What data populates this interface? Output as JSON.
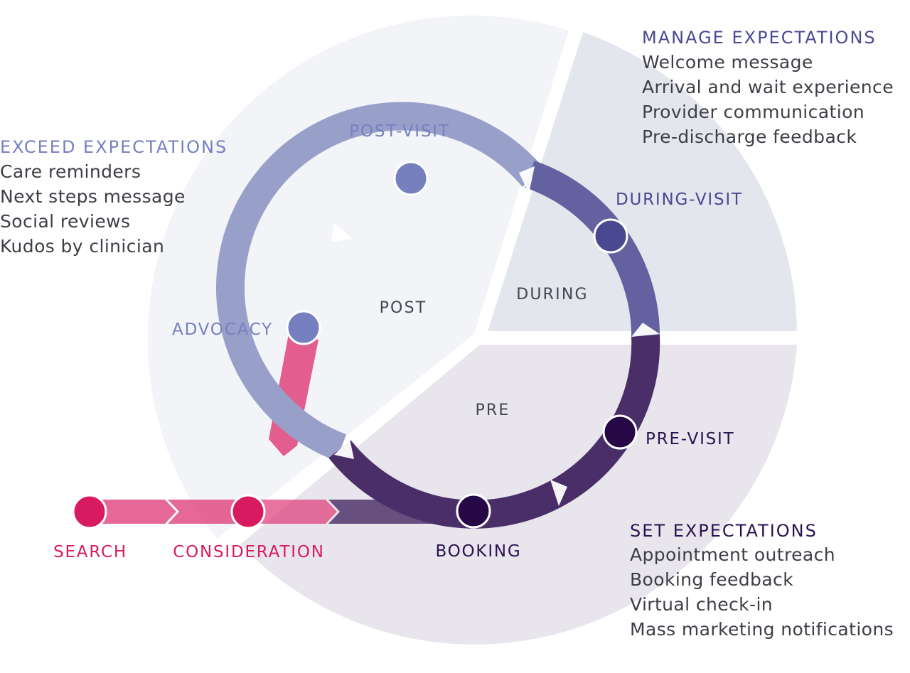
{
  "colors": {
    "post_sector": "#f3f4f8",
    "during_sector": "#e3e6ed",
    "pre_sector": "#e8e6ec",
    "ring_post": "#98a0ca",
    "ring_during": "#6461a0",
    "ring_pre": "#4a2e68",
    "journey_pink": "#df3d78",
    "node_post": "#7680bf",
    "node_during": "#4a4891",
    "node_pre": "#250845",
    "node_pink": "#d81b60",
    "title_exceed": "#7680bf",
    "title_manage": "#4b4893",
    "title_set": "#2a1250",
    "stage_post": "#7680bf",
    "stage_during": "#4b4893",
    "stage_pre": "#2a1250",
    "stage_pink": "#d81b60"
  },
  "groups": {
    "exceed": {
      "title": "EXCEED EXPECTATIONS",
      "items": [
        "Care reminders",
        "Next steps message",
        "Social reviews",
        "Kudos by clinician"
      ]
    },
    "manage": {
      "title": "MANAGE EXPECTATIONS",
      "items": [
        "Welcome message",
        "Arrival and wait experience",
        "Provider communication",
        "Pre-discharge feedback"
      ]
    },
    "set": {
      "title": "SET EXPECTATIONS",
      "items": [
        "Appointment outreach",
        "Booking feedback",
        "Virtual check-in",
        "Mass marketing notifications"
      ]
    }
  },
  "phases": {
    "post": "POST",
    "during": "DURING",
    "pre": "PRE"
  },
  "stages": {
    "post_visit": "POST-VISIT",
    "during_visit": "DURING-VISIT",
    "pre_visit": "PRE-VISIT",
    "booking": "BOOKING",
    "advocacy": "ADVOCACY",
    "search": "SEARCH",
    "consideration": "CONSIDERATION"
  }
}
